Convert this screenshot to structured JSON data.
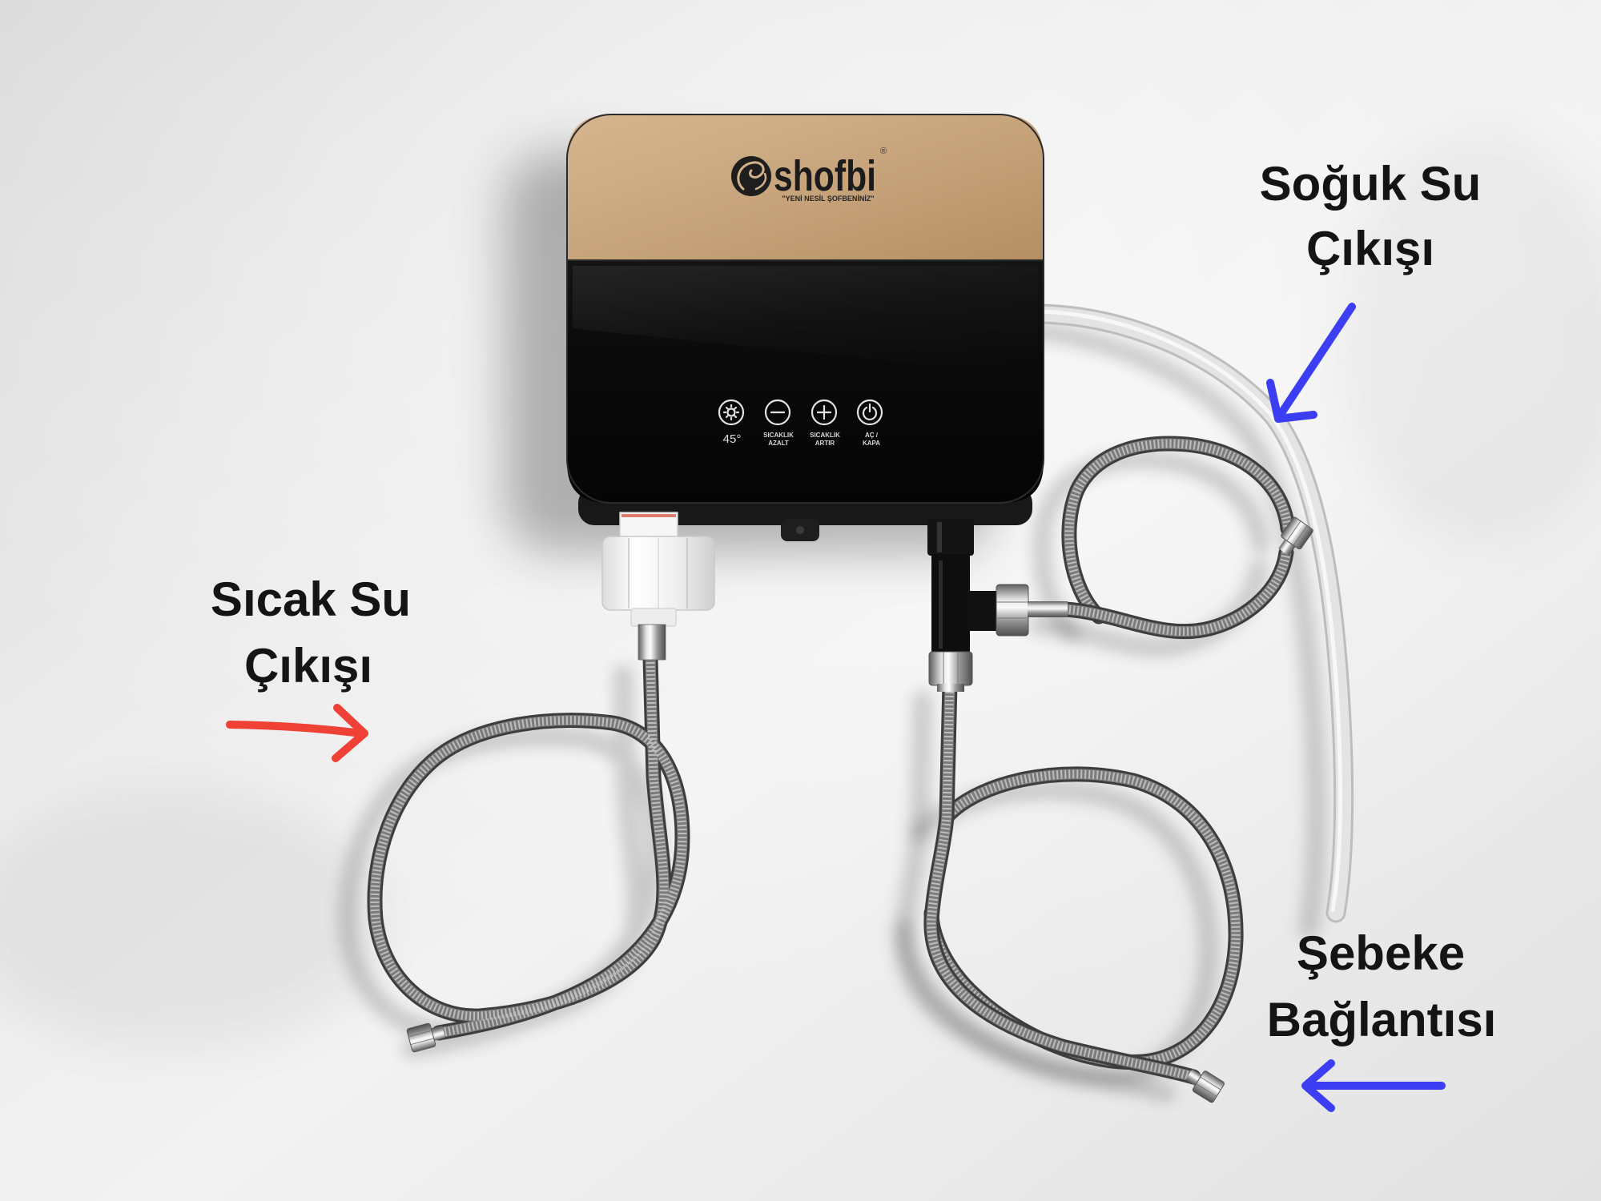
{
  "product": {
    "brand": "shofbi",
    "registered_mark": "®",
    "tagline": "\"YENİ NESİL ŞOFBENİNİZ\"",
    "controls": [
      {
        "icon": "temperature-icon",
        "value": "45°"
      },
      {
        "icon": "minus-icon",
        "label_lines": [
          "SICAKLIK",
          "AZALT"
        ]
      },
      {
        "icon": "plus-icon",
        "label_lines": [
          "SICAKLIK",
          "ARTIR"
        ]
      },
      {
        "icon": "power-icon",
        "label_lines": [
          "AÇ /",
          "KAPA"
        ]
      }
    ]
  },
  "annotations": {
    "hot_water_outlet": {
      "lines": [
        "Sıcak Su",
        "Çıkışı"
      ],
      "arrow_color": "#ef4136"
    },
    "cold_water_outlet": {
      "lines": [
        "Soğuk Su",
        "Çıkışı"
      ],
      "arrow_color": "#3b3ef2"
    },
    "mains_connection": {
      "lines": [
        "Şebeke",
        "Bağlantısı"
      ],
      "arrow_color": "#3b3ef2"
    }
  },
  "colors": {
    "label_text": "#141414",
    "gold_panel": "#c7a47b",
    "glass_panel": "#0a0a0a"
  }
}
